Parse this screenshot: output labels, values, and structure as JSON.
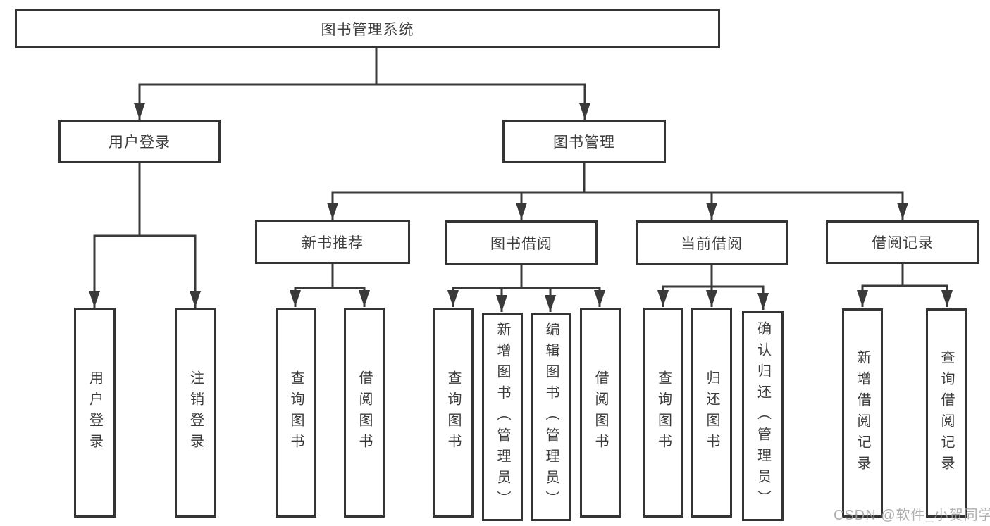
{
  "diagram": {
    "title_node": "图书管理系统",
    "nodes": {
      "root": "图书管理系统",
      "user_login": "用户登录",
      "book_mgmt": "图书管理",
      "new_books": "新书推荐",
      "book_borrow": "图书借阅",
      "current_borrow": "当前借阅",
      "borrow_records": "借阅记录",
      "leaf_user_login": "用户登录",
      "leaf_logout": "注销登录",
      "leaf_nb_query": "查询图书",
      "leaf_nb_borrow": "借阅图书",
      "leaf_bb_query": "查询图书",
      "leaf_bb_add": "新增图书（管理员）",
      "leaf_bb_edit": "编辑图书（管理员）",
      "leaf_bb_borrow": "借阅图书",
      "leaf_cb_query": "查询图书",
      "leaf_cb_return": "归还图书",
      "leaf_cb_confirm": "确认归还（管理员）",
      "leaf_br_add": "新增借阅记录",
      "leaf_br_query": "查询借阅记录"
    },
    "watermark": "CSDN @软件_小贺同学",
    "colors": {
      "line": "#3a3a3a",
      "box_border": "#343434",
      "text": "#3c3c3c",
      "background": "#ffffff",
      "watermark": "#a0a0a0"
    }
  }
}
